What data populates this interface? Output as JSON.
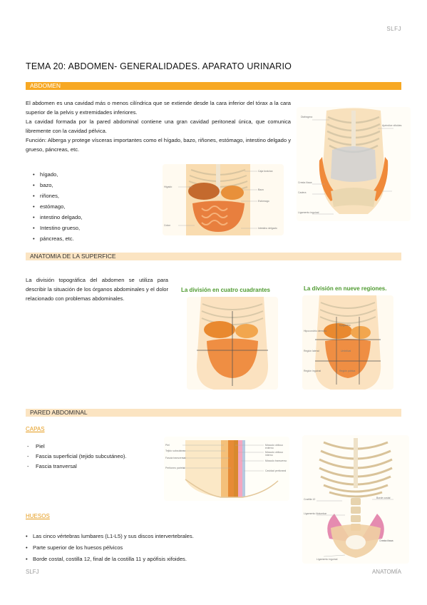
{
  "header": {
    "initials": "SLFJ"
  },
  "title": "TEMA 20: ABDOMEN- GENERALIDADES. APARATO URINARIO",
  "section_abdomen": {
    "heading": "ABDOMEN",
    "paragraphs": [
      "El abdomen es una cavidad más o menos cilíndrica que se extiende desde la cara inferior del tórax a la cara superior de la pelvis y extremidades inferiores.",
      "La cavidad formada por la pared abdominal contiene una gran cavidad peritoneal única, que comunica libremente con la cavidad pélvica.",
      "Función: Alberga y protege vísceras importantes como el hígado, bazo, riñones, estómago, intestino delgado y grueso, páncreas, etc."
    ],
    "organs": [
      "hígado,",
      "bazo,",
      "riñones,",
      "estómago,",
      "intestino delgado,",
      "Intestino grueso,",
      "páncreas, etc."
    ],
    "figure1_labels": [
      "Caja torácica",
      "Hígado",
      "Bazo",
      "Estómago",
      "Colon",
      "Intestino delgado"
    ],
    "figure2_labels": [
      "Diafragma",
      "Apéndice xifoides",
      "Cresta ilíaca",
      "Cadera",
      "Ligamento inguinal"
    ]
  },
  "section_superficie": {
    "heading": "ANATOMIA DE LA SUPERFICE",
    "paragraph": "La división topográfica del abdomen se utiliza para describir la situación de los órganos abdominales y el dolor relacionado con problemas abdominales.",
    "figure_quadrants_title": "La división en cuatro cuadrantes",
    "figure_regions_title": "La división en nueve regiones.",
    "region_labels": [
      "Hipocondrio derecho",
      "Epigastrio",
      "Región lateral",
      "Umbilical",
      "Región inguinal",
      "Región púbica"
    ]
  },
  "section_pared": {
    "heading": "PARED ABDOMINAL",
    "capas_heading": "CAPAS",
    "capas": [
      "Piel",
      "Fascia superficial (tejido subcutáneo).",
      "Fascia tranversal"
    ],
    "capas_fig_labels": [
      "Piel",
      "Tejido subcutáneo",
      "Músculo oblicuo externo",
      "Músculo oblicuo interno",
      "Músculo transverso",
      "Fascia transversal",
      "Peritoneo parietal",
      "Cavidad peritoneal"
    ],
    "huesos_heading": "HUESOS",
    "huesos": [
      "Las cinco vértebras lumbares (L1-L5) y sus discos intervertebrales.",
      "Parte superior de los huesos pélvicos",
      "Borde costal, costilla 12, final de la costilla 11 y apófisis xifoides."
    ],
    "huesos_fig_labels": [
      "Costilla 12",
      "Borde costal",
      "Ligamento iliolumbar",
      "Cresta ilíaca",
      "Ligamento inguinal"
    ]
  },
  "footer": {
    "left": "SLFJ",
    "right": "ANATOMÍA"
  },
  "colors": {
    "accent": "#f7a823",
    "light_accent": "#fbe4c2",
    "green_title": "#4e9a2f"
  }
}
